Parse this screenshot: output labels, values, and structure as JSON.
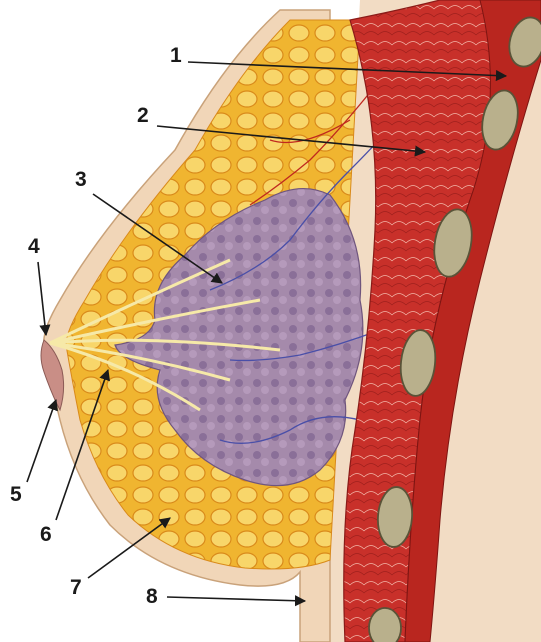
{
  "labels": [
    {
      "id": "1",
      "text": "1"
    },
    {
      "id": "2",
      "text": "2"
    },
    {
      "id": "3",
      "text": "3"
    },
    {
      "id": "4",
      "text": "4"
    },
    {
      "id": "5",
      "text": "5"
    },
    {
      "id": "6",
      "text": "6"
    },
    {
      "id": "7",
      "text": "7"
    },
    {
      "id": "8",
      "text": "8"
    }
  ],
  "colors": {
    "skin": "#f2dcc4",
    "fat": "#f0b530",
    "fat_light": "#f8d66a",
    "gland": "#9c7fa6",
    "muscle": "#c8302a",
    "muscle_dark": "#9e1f1c",
    "rib": "#b9b08c",
    "label": "#1a1a1a"
  }
}
